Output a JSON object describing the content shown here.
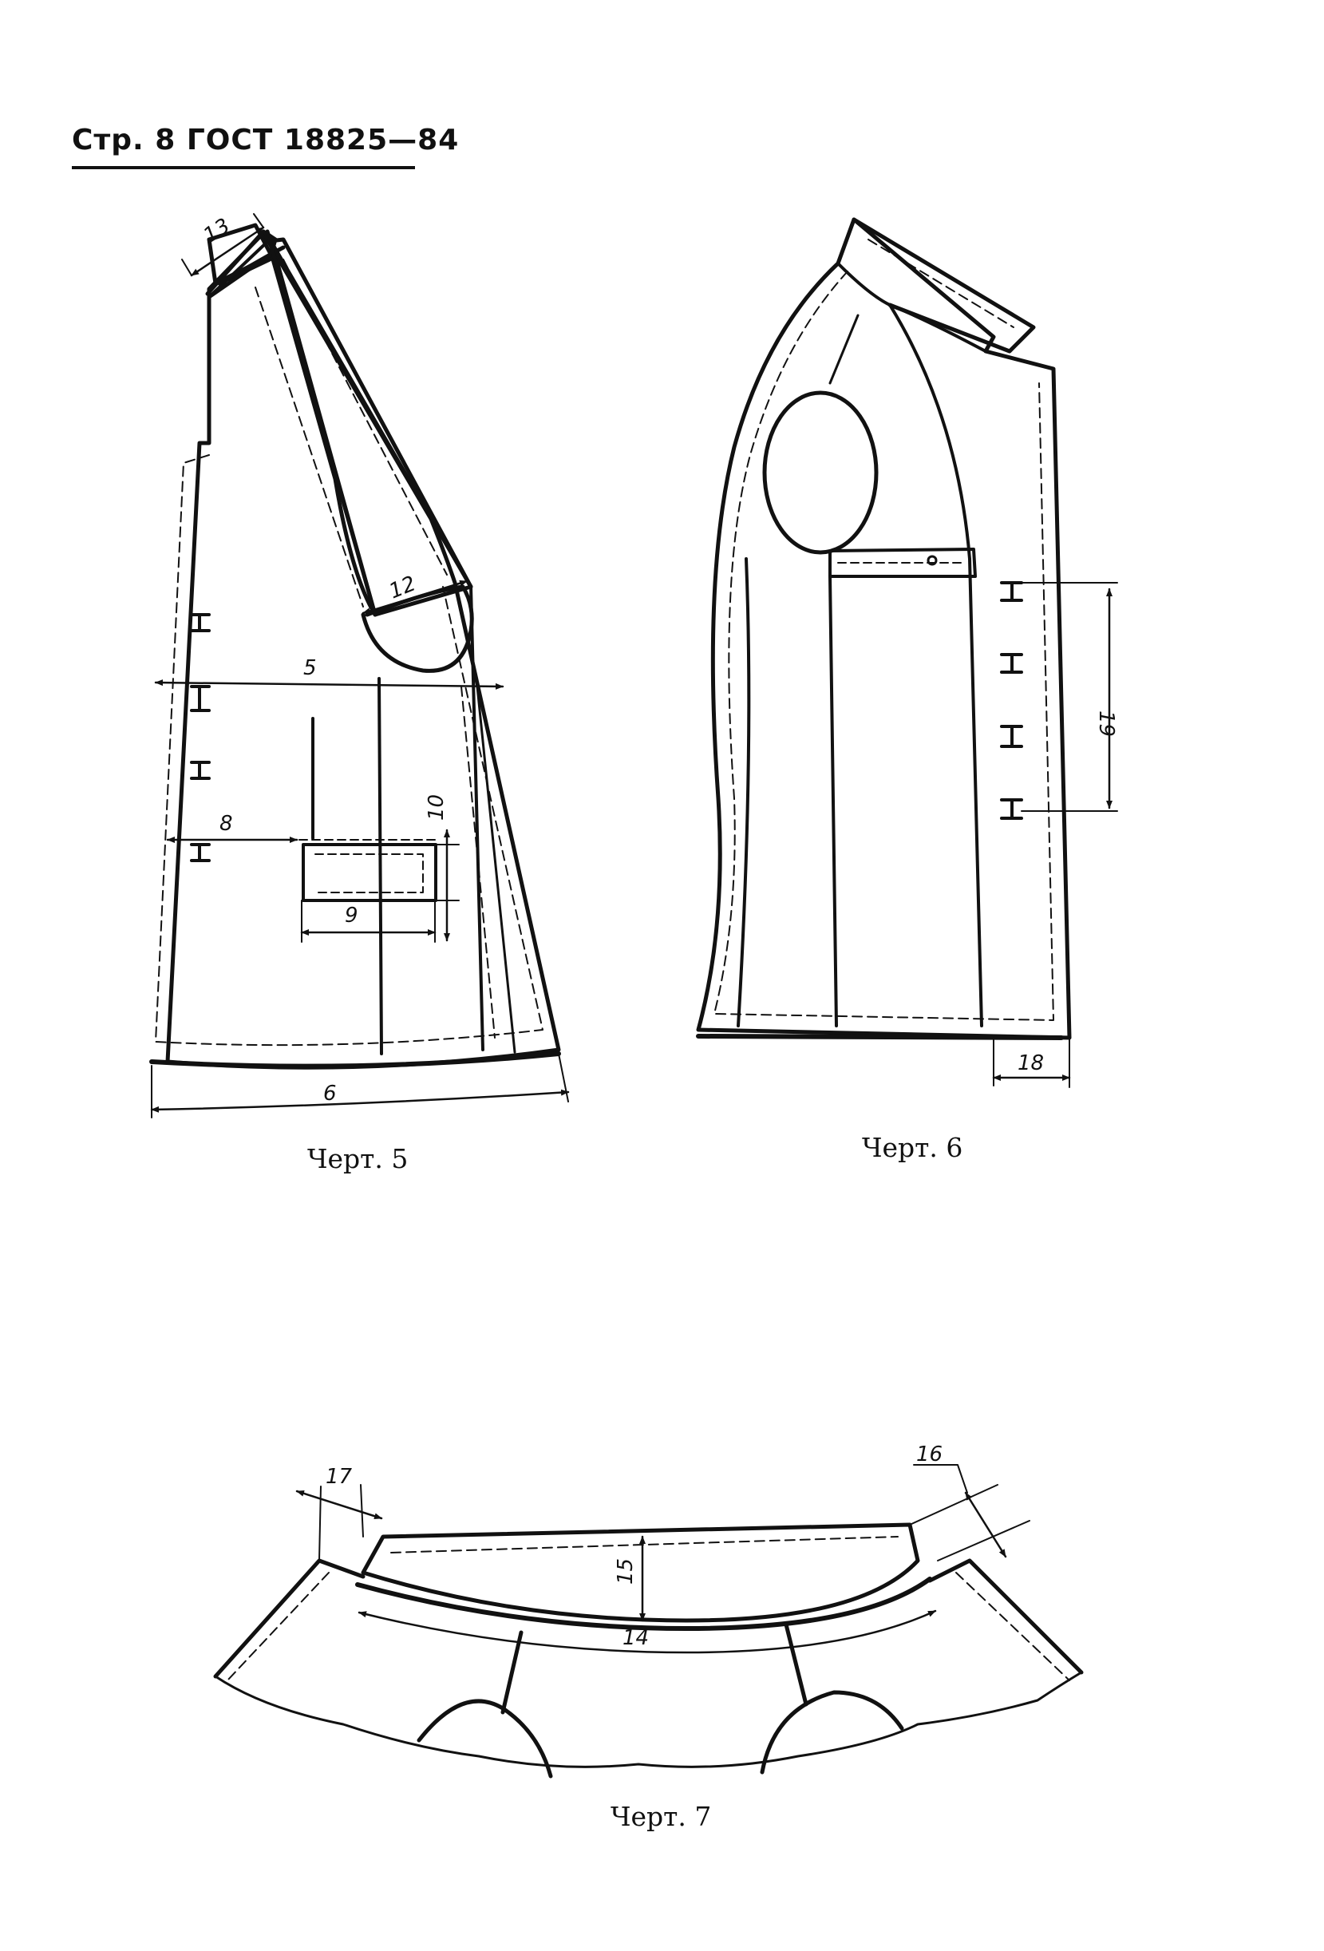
{
  "header": {
    "page_ref": "Стр. 8 ГОСТ 18825—84"
  },
  "figures": [
    {
      "id": "fig5",
      "caption": "Черт. 5",
      "dims": [
        "13",
        "12",
        "5",
        "8",
        "10",
        "9",
        "6"
      ]
    },
    {
      "id": "fig6",
      "caption": "Черт. 6",
      "dims": [
        "19",
        "18"
      ]
    },
    {
      "id": "fig7",
      "caption": "Черт. 7",
      "dims": [
        "17",
        "16",
        "15",
        "14"
      ]
    }
  ]
}
